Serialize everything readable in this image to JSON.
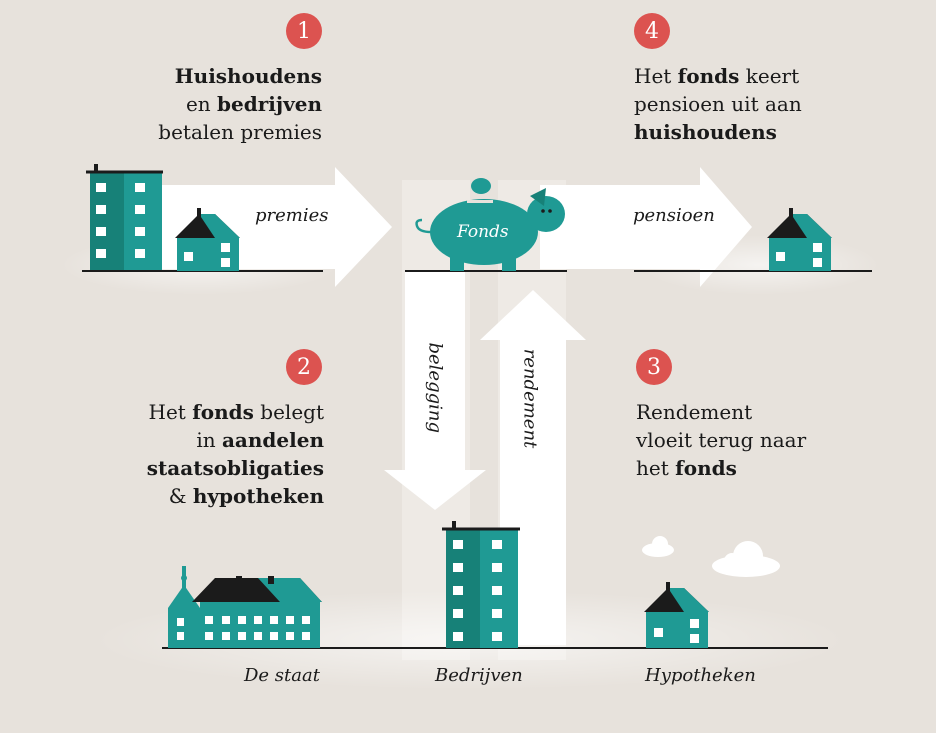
{
  "colors": {
    "background": "#e7e2dc",
    "teal": "#1f9a94",
    "teal_dark": "#178178",
    "roof": "#1b1b1b",
    "badge": "#dc5350",
    "arrow": "#ffffff",
    "cloud": "#ffffff"
  },
  "steps": [
    {
      "number": "1",
      "lines": [
        [
          {
            "t": "Huishoudens",
            "b": true
          }
        ],
        [
          {
            "t": "en ",
            "b": false
          },
          {
            "t": "bedrijven",
            "b": true
          }
        ],
        [
          {
            "t": "betalen premies",
            "b": false
          }
        ]
      ]
    },
    {
      "number": "2",
      "lines": [
        [
          {
            "t": "Het ",
            "b": false
          },
          {
            "t": "fonds",
            "b": true
          },
          {
            "t": " belegt",
            "b": false
          }
        ],
        [
          {
            "t": "in ",
            "b": false
          },
          {
            "t": "aandelen",
            "b": true
          }
        ],
        [
          {
            "t": "staatsobligaties",
            "b": true
          }
        ],
        [
          {
            "t": "& ",
            "b": false
          },
          {
            "t": "hypotheken",
            "b": true
          }
        ]
      ]
    },
    {
      "number": "3",
      "lines": [
        [
          {
            "t": "Rendement",
            "b": false
          }
        ],
        [
          {
            "t": "vloeit terug naar",
            "b": false
          }
        ],
        [
          {
            "t": "het ",
            "b": false
          },
          {
            "t": "fonds",
            "b": true
          }
        ]
      ]
    },
    {
      "number": "4",
      "lines": [
        [
          {
            "t": "Het ",
            "b": false
          },
          {
            "t": "fonds",
            "b": true
          },
          {
            "t": " keert",
            "b": false
          }
        ],
        [
          {
            "t": "pensioen uit aan",
            "b": false
          }
        ],
        [
          {
            "t": "huishoudens",
            "b": true
          }
        ]
      ]
    }
  ],
  "flows": {
    "premies": "premies",
    "pensioen": "pensioen",
    "belegging": "belegging",
    "rendement": "rendement"
  },
  "fund_label": "Fonds",
  "places": {
    "staat": "De staat",
    "bedrijven": "Bedrijven",
    "hypotheken": "Hypotheken"
  },
  "icons": [
    "office-building-icon",
    "house-icon",
    "piggy-bank-icon",
    "state-building-icon",
    "cloud-icon"
  ]
}
